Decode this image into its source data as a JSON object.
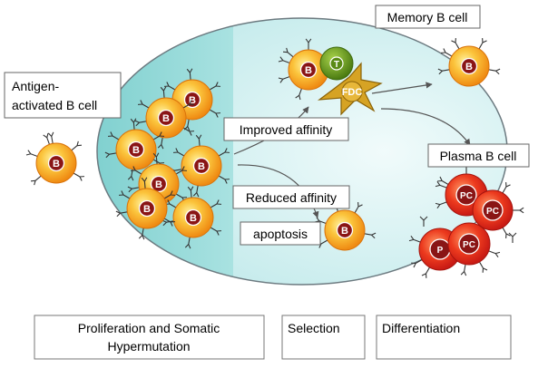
{
  "labels": {
    "memory": "Memory B cell",
    "antigen_line1": "Antigen-",
    "antigen_line2": "activated B cell",
    "improved": "Improved affinity",
    "plasma": "Plasma B cell",
    "reduced": "Reduced affinity",
    "apoptosis": "apoptosis"
  },
  "cell_letters": {
    "b": "B",
    "t": "T",
    "fdc": "FDC",
    "pc": "PC",
    "p": "P"
  },
  "stages": {
    "prolif_line1": "Proliferation and Somatic",
    "prolif_line2": "Hypermutation",
    "selection": "Selection",
    "differentiation": "Differentiation"
  },
  "colors": {
    "b_cell_outer": "#f7a21b",
    "b_cell_glow": "#ffe08a",
    "nucleus": "#8a1515",
    "pc_cell": "#e0251c",
    "t_cell": "#5a8a14",
    "fdc": "#b58b0a",
    "dark_zone": "#8fd7d5",
    "light_zone": "#cfeff0"
  }
}
